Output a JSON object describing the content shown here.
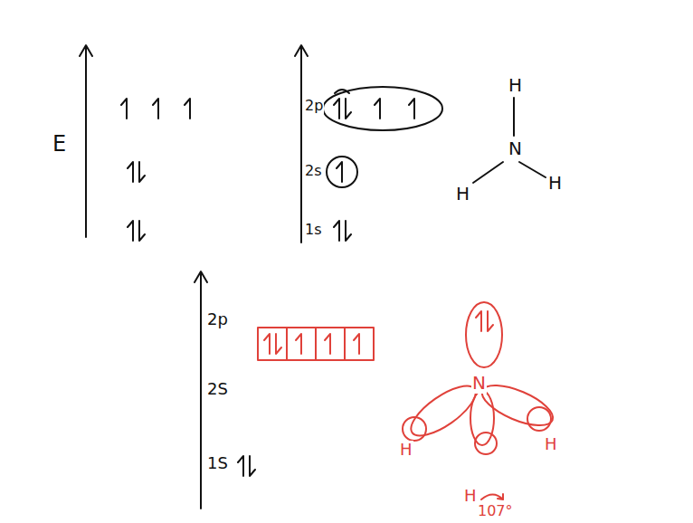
{
  "diagram": {
    "labels": [
      "E",
      "2p",
      "2s",
      "1s",
      "H",
      "N",
      "H",
      "H",
      "2p",
      "2S",
      "1S",
      "H",
      "N",
      "H",
      "H",
      "107°"
    ]
  }
}
